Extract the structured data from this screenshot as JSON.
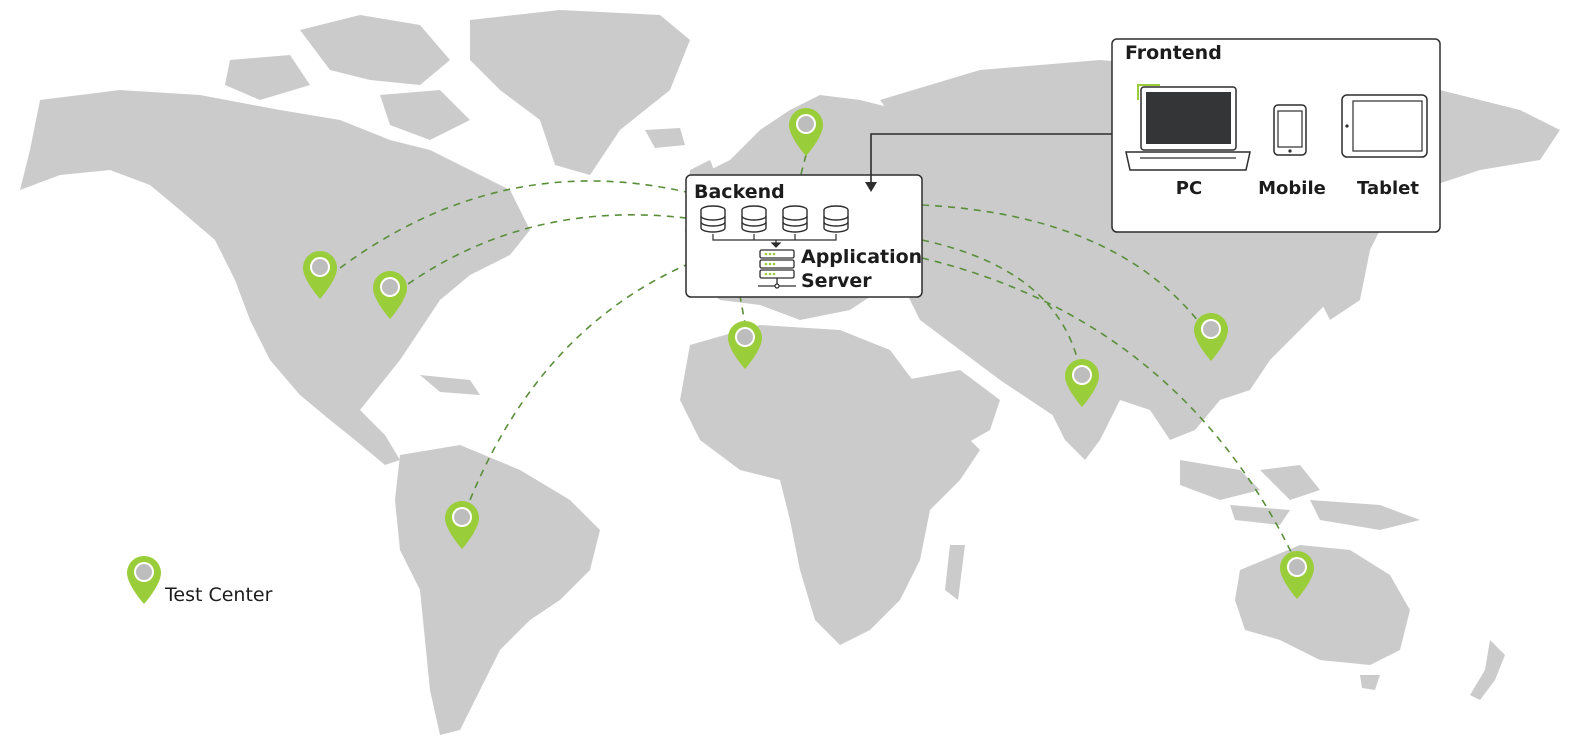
{
  "backend": {
    "title": "Backend",
    "server_label_line1": "Application",
    "server_label_line2": "Server"
  },
  "frontend": {
    "title": "Frontend",
    "devices": [
      "PC",
      "Mobile",
      "Tablet"
    ]
  },
  "legend": {
    "label": "Test Center",
    "icon": "location-pin-icon"
  },
  "colors": {
    "map": "#cbcbcb",
    "pin": "#9acd3a",
    "connection": "#5a8f3a",
    "box_border": "#2d2d2d"
  }
}
